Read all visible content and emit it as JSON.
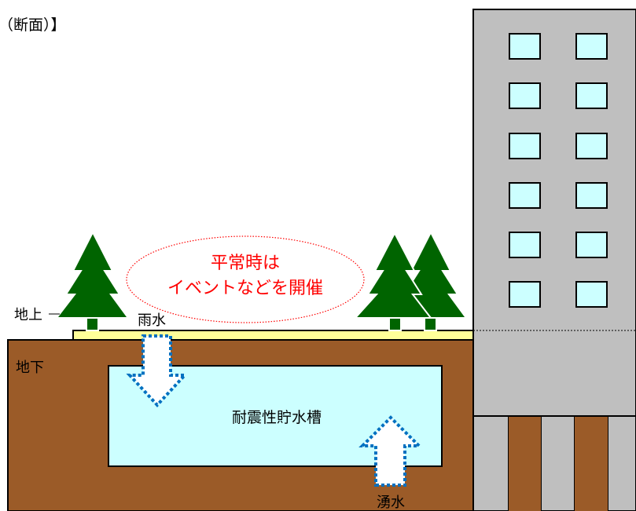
{
  "title": "（断面）】",
  "labels": {
    "ground_above": "地上",
    "ground_below": "地下",
    "rain": "雨水",
    "spring_water": "湧水",
    "tank": "耐震性貯水槽",
    "event_line1": "平常時は",
    "event_line2": "イベントなどを開催"
  },
  "colors": {
    "soil": "#9b5b28",
    "tank_fill": "#ccffff",
    "surface": "#ffff99",
    "tree": "#006400",
    "building": "#bfbfbf",
    "window": "#ccffff",
    "arrow": "#0070c0",
    "event_text": "#ff0000",
    "event_outline": "#ff0000"
  }
}
